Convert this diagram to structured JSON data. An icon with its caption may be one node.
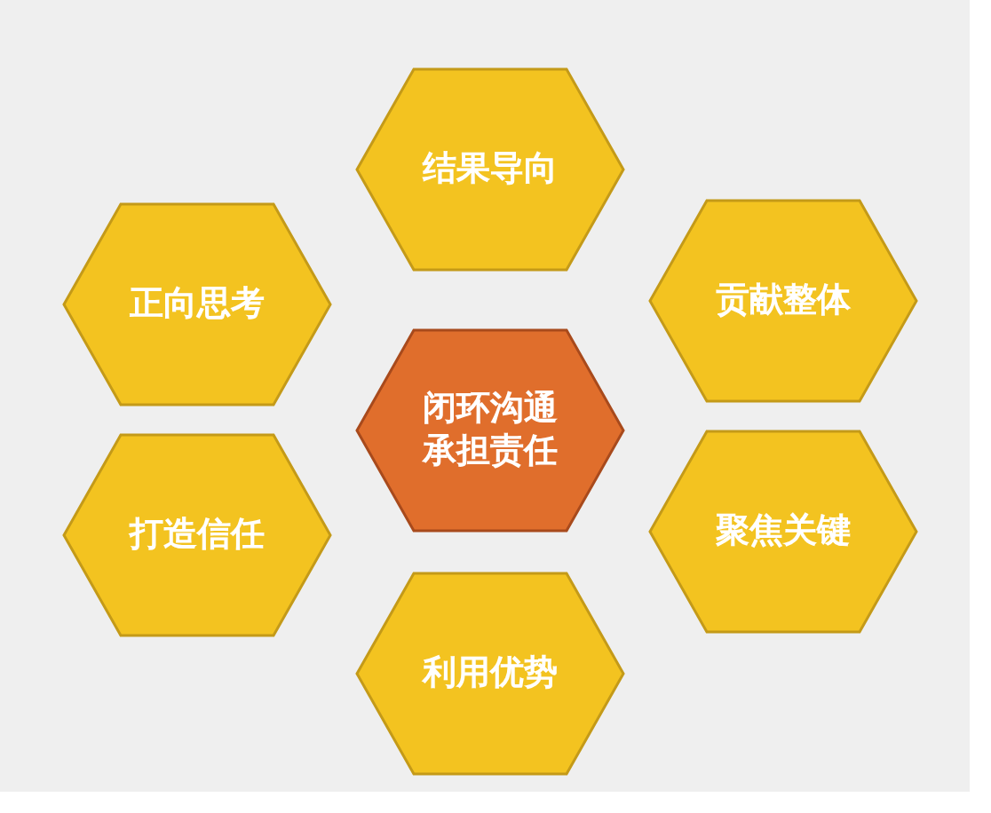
{
  "diagram": {
    "nodes": [
      {
        "text": [
          "结果导向"
        ]
      },
      {
        "text": [
          "正向思考"
        ]
      },
      {
        "text": [
          "贡献整体"
        ]
      },
      {
        "text": [
          "闭环沟通承担责任"
        ]
      },
      {
        "text": [
          "打造信任"
        ]
      },
      {
        "text": [
          "聚焦关键"
        ]
      },
      {
        "text": [
          "利用优势"
        ]
      }
    ]
  }
}
